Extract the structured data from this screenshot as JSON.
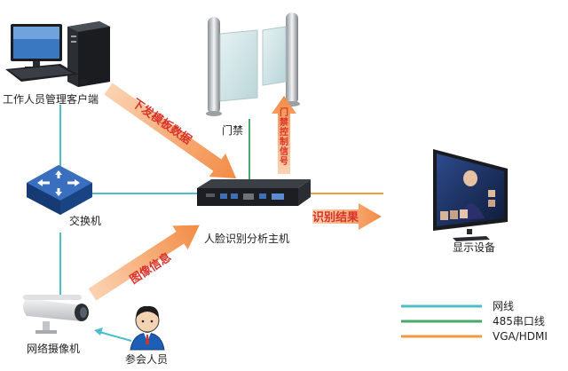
{
  "nodes": {
    "client": "工作人员管理客户端",
    "gate": "门禁",
    "switch": "交换机",
    "host": "人脸识别分析主机",
    "display": "显示设备",
    "camera": "网络摄像机",
    "person": "参会人员"
  },
  "arrows": {
    "template": "下发模板数据",
    "gate_signal": "门禁控制信号",
    "result": "识别结果",
    "image": "图像信息"
  },
  "legend": [
    {
      "label": "网线",
      "color": "#4dbdc9"
    },
    {
      "label": "485串口线",
      "color": "#4aa86a"
    },
    {
      "label": "VGA/HDMI",
      "color": "#f29a3c"
    }
  ],
  "colors": {
    "arrow": "#f6a46c",
    "arrow_text": "#d8322a",
    "label": "#222222"
  }
}
